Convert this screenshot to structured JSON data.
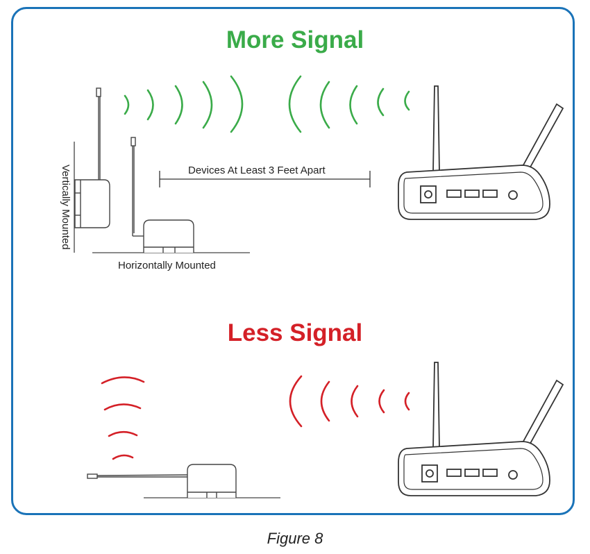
{
  "top_heading": "More Signal",
  "bottom_heading": "Less Signal",
  "labels": {
    "distance": "Devices At Least 3 Feet Apart",
    "vertical": "Vertically Mounted",
    "horizontal": "Horizontally Mounted"
  },
  "caption": "Figure 8",
  "colors": {
    "frame": "#1a73b8",
    "good_signal": "#3aab49",
    "weak_signal": "#d42027"
  }
}
